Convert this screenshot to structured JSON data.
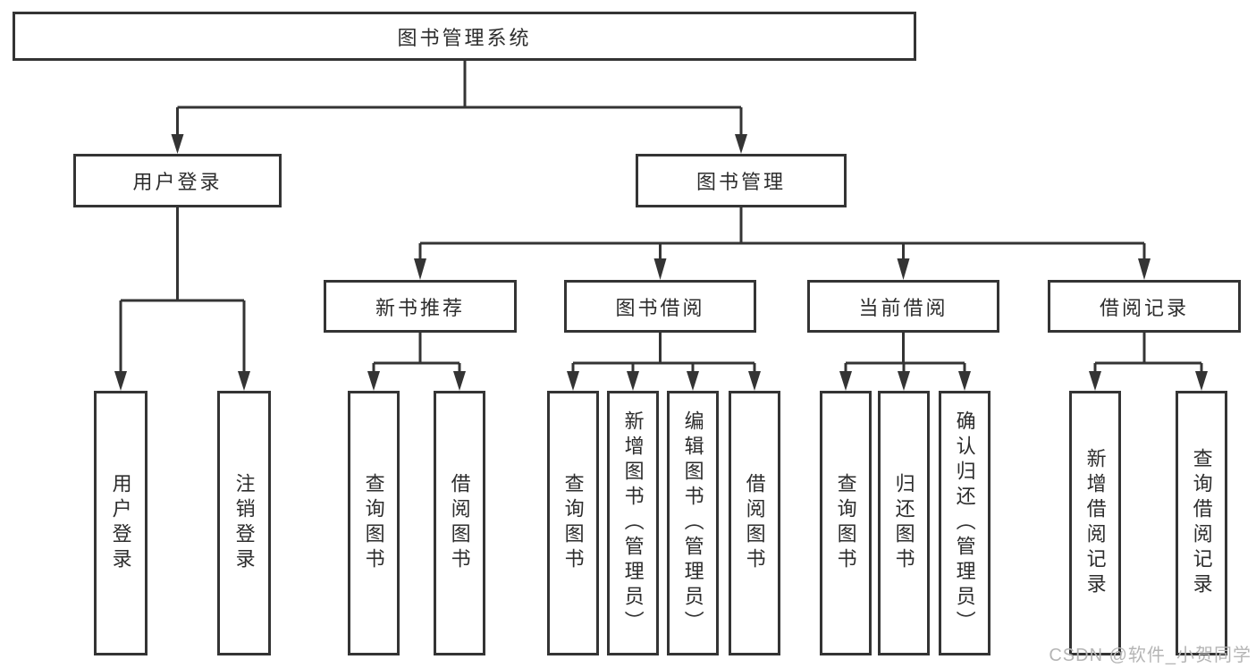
{
  "tree": {
    "root": {
      "label": "图书管理系统"
    },
    "children": [
      {
        "label": "用户登录",
        "children": [
          {
            "label": "用户登录"
          },
          {
            "label": "注销登录"
          }
        ]
      },
      {
        "label": "图书管理",
        "children": [
          {
            "label": "新书推荐",
            "children": [
              {
                "label": "查询图书"
              },
              {
                "label": "借阅图书"
              }
            ]
          },
          {
            "label": "图书借阅",
            "children": [
              {
                "label": "查询图书"
              },
              {
                "label": "新增图书（管理员）"
              },
              {
                "label": "编辑图书（管理员）"
              },
              {
                "label": "借阅图书"
              }
            ]
          },
          {
            "label": "当前借阅",
            "children": [
              {
                "label": "查询图书"
              },
              {
                "label": "归还图书"
              },
              {
                "label": "确认归还（管理员）"
              }
            ]
          },
          {
            "label": "借阅记录",
            "children": [
              {
                "label": "新增借阅记录"
              },
              {
                "label": "查询借阅记录"
              }
            ]
          }
        ]
      }
    ]
  },
  "watermark": {
    "text": "CSDN @软件_小贺同学",
    "color": "#b5b5b5"
  },
  "colors": {
    "line": "#343434",
    "text": "#2d2d2d",
    "background": "#ffffff"
  }
}
